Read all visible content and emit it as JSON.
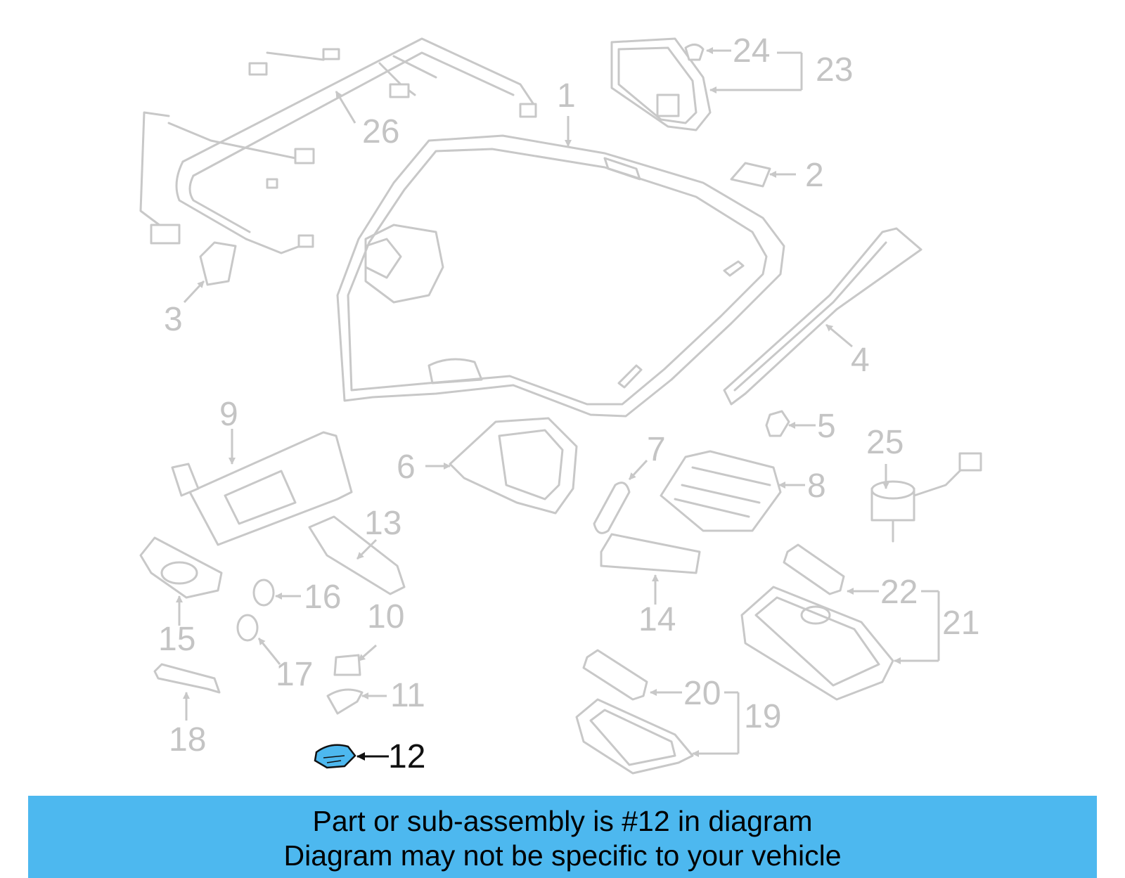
{
  "diagram": {
    "highlight_color": "#4db8ef",
    "part_color": "#c8c8c8",
    "highlighted_part": "12",
    "callouts": [
      "1",
      "2",
      "3",
      "4",
      "5",
      "6",
      "7",
      "8",
      "9",
      "10",
      "11",
      "12",
      "13",
      "14",
      "15",
      "16",
      "17",
      "18",
      "19",
      "20",
      "21",
      "22",
      "23",
      "24",
      "25",
      "26"
    ]
  },
  "banner": {
    "line1": "Part or sub-assembly is #12 in diagram",
    "line2": "Diagram may not be specific to your vehicle"
  }
}
